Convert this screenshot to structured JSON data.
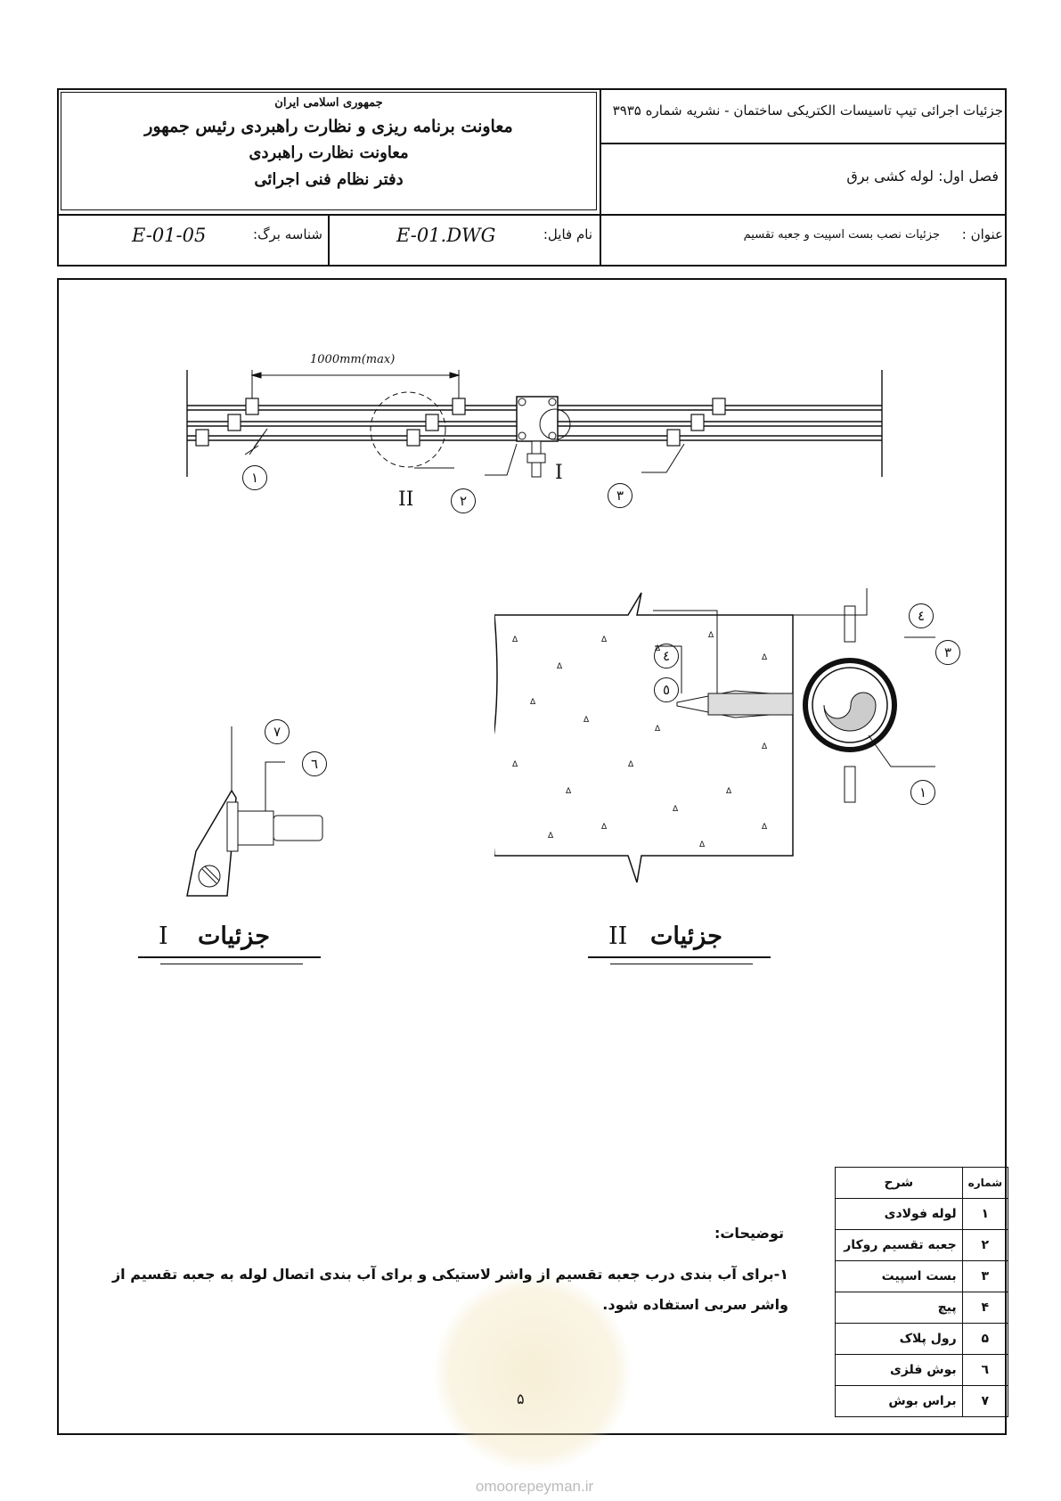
{
  "header": {
    "org_line1": "جمهوری اسلامی ایران",
    "org_line2": "معاونت برنامه ریزی و نظارت راهبردی رئیس جمهور",
    "org_line3": "معاونت نظارت راهبردی",
    "org_line4": "دفتر نظام فنی اجرائی",
    "publication": "جزئیات اجرائی تیپ تاسیسات الکتریکی ساختمان - نشریه شماره ۳۹۳۵",
    "chapter": "فصل اول: لوله کشی برق",
    "title_label": "عنوان :",
    "title_value": "جزئیات نصب بست اسپیت و جعبه تقسیم",
    "file_label": "نام فایل:",
    "file_value": "E-01.DWG",
    "sheet_label": "شناسه برگ:",
    "sheet_value": "E-01-05"
  },
  "drawing": {
    "dimension": "1000mm(max)",
    "callouts_main": [
      "١",
      "٢",
      "٣"
    ],
    "detail_marks": [
      "I",
      "II"
    ],
    "callouts_detail2": [
      "٤",
      "٣",
      "٤",
      "٥",
      "١"
    ],
    "callouts_detail1": [
      "٧",
      "٦"
    ],
    "caption_detail1_word": "جزئیات",
    "caption_detail1_mark": "I",
    "caption_detail2_word": "جزئیات",
    "caption_detail2_mark": "II"
  },
  "notes": {
    "heading": "توضیحات:",
    "line1": "۱-برای آب بندی درب جعبه تقسیم از واشر لاستیکی و برای آب بندی اتصال لوله به جعبه تقسیم از",
    "line2": "واشر سربی استفاده شود."
  },
  "legend": {
    "header_num": "شماره",
    "header_desc": "شرح",
    "rows": [
      {
        "num": "۱",
        "desc": "لوله فولادی"
      },
      {
        "num": "۲",
        "desc": "جعبه تقسیم روکار"
      },
      {
        "num": "۳",
        "desc": "بست اسپیت"
      },
      {
        "num": "۴",
        "desc": "پیچ"
      },
      {
        "num": "۵",
        "desc": "رول پلاک"
      },
      {
        "num": "٦",
        "desc": "بوش فلزی"
      },
      {
        "num": "۷",
        "desc": "براس بوش"
      }
    ]
  },
  "page_number": "۵",
  "watermark": "omoorepeyman.ir"
}
